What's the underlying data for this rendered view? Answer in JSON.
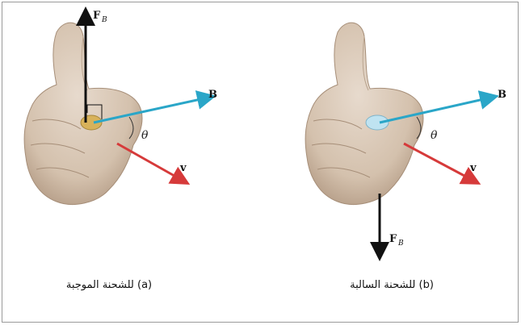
{
  "panels": [
    {
      "id": "a",
      "force_label": "F",
      "force_sub": "B",
      "field_label": "B",
      "velocity_label": "v",
      "angle_label": "θ",
      "caption": "(a) للشحنة الموجبة"
    },
    {
      "id": "b",
      "force_label": "F",
      "force_sub": "B",
      "field_label": "B",
      "velocity_label": "v",
      "angle_label": "θ",
      "caption": "(b) للشحنة السالبة"
    }
  ],
  "colors": {
    "force": "#111111",
    "field": "#2aa6c8",
    "velocity": "#d63a3a",
    "skin": "#d9c8b6",
    "skin_shadow": "#b9a48f",
    "charge_positive": "#d8b25a",
    "charge_negative": "#bfe3f1"
  }
}
